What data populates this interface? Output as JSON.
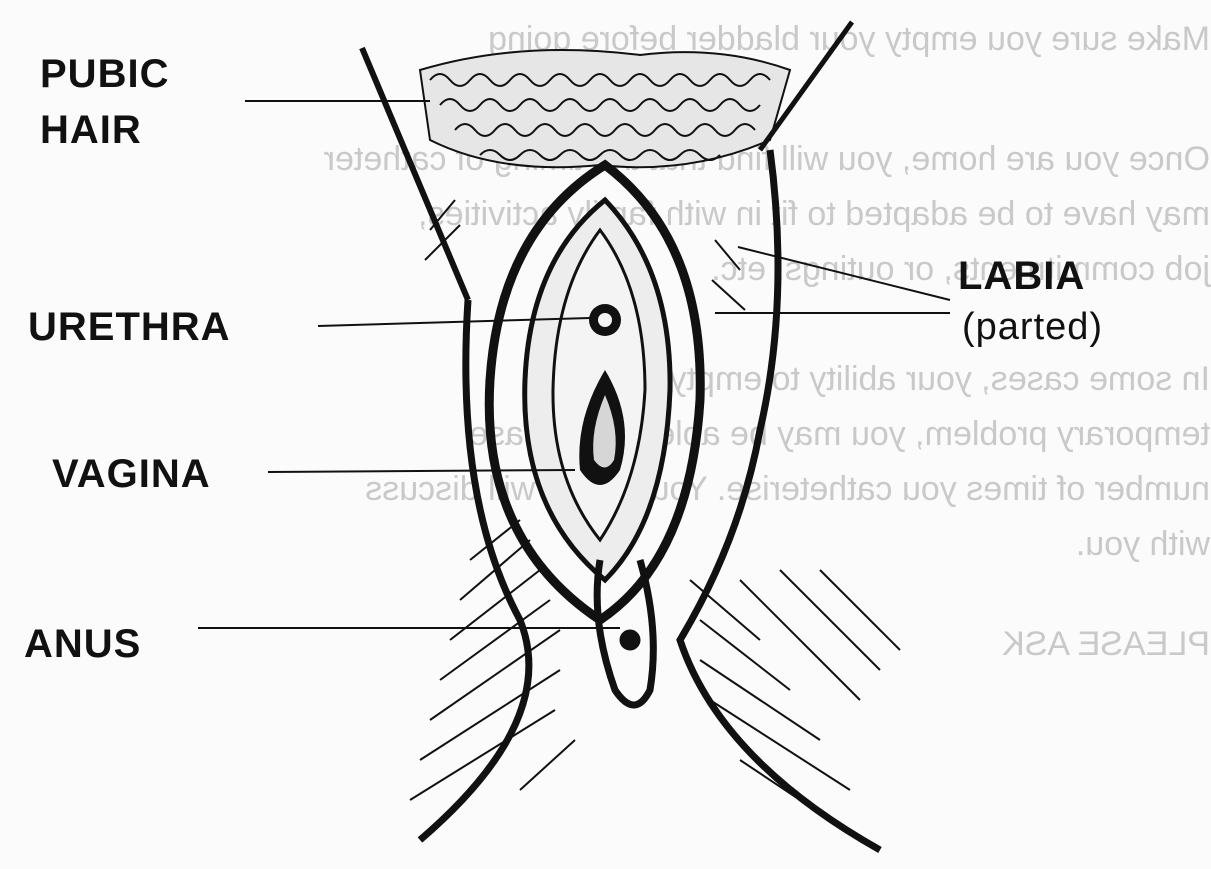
{
  "labels": {
    "pubic_hair_line1": "PUBIC",
    "pubic_hair_line2": "HAIR",
    "urethra": "URETHRA",
    "vagina": "VAGINA",
    "anus": "ANUS",
    "labia": "LABIA",
    "labia_sub": "(parted)"
  },
  "background_text": [
    "Make sure you empty your bladder before going",
    "Once you are home, you will find that the timing of catheter",
    "may have to be adapted to fit in with family activities,",
    "job commitments, or outings, etc.",
    "In some cases, your ability to empty properly",
    "temporary problem, you may be able to decrease",
    "number of times you catheterise. Your nurse will discuss",
    "with you.",
    "PLEASE ASK"
  ],
  "colors": {
    "ink": "#111111",
    "paper": "#fbfbfb",
    "bleed": "#c9c9c9"
  }
}
